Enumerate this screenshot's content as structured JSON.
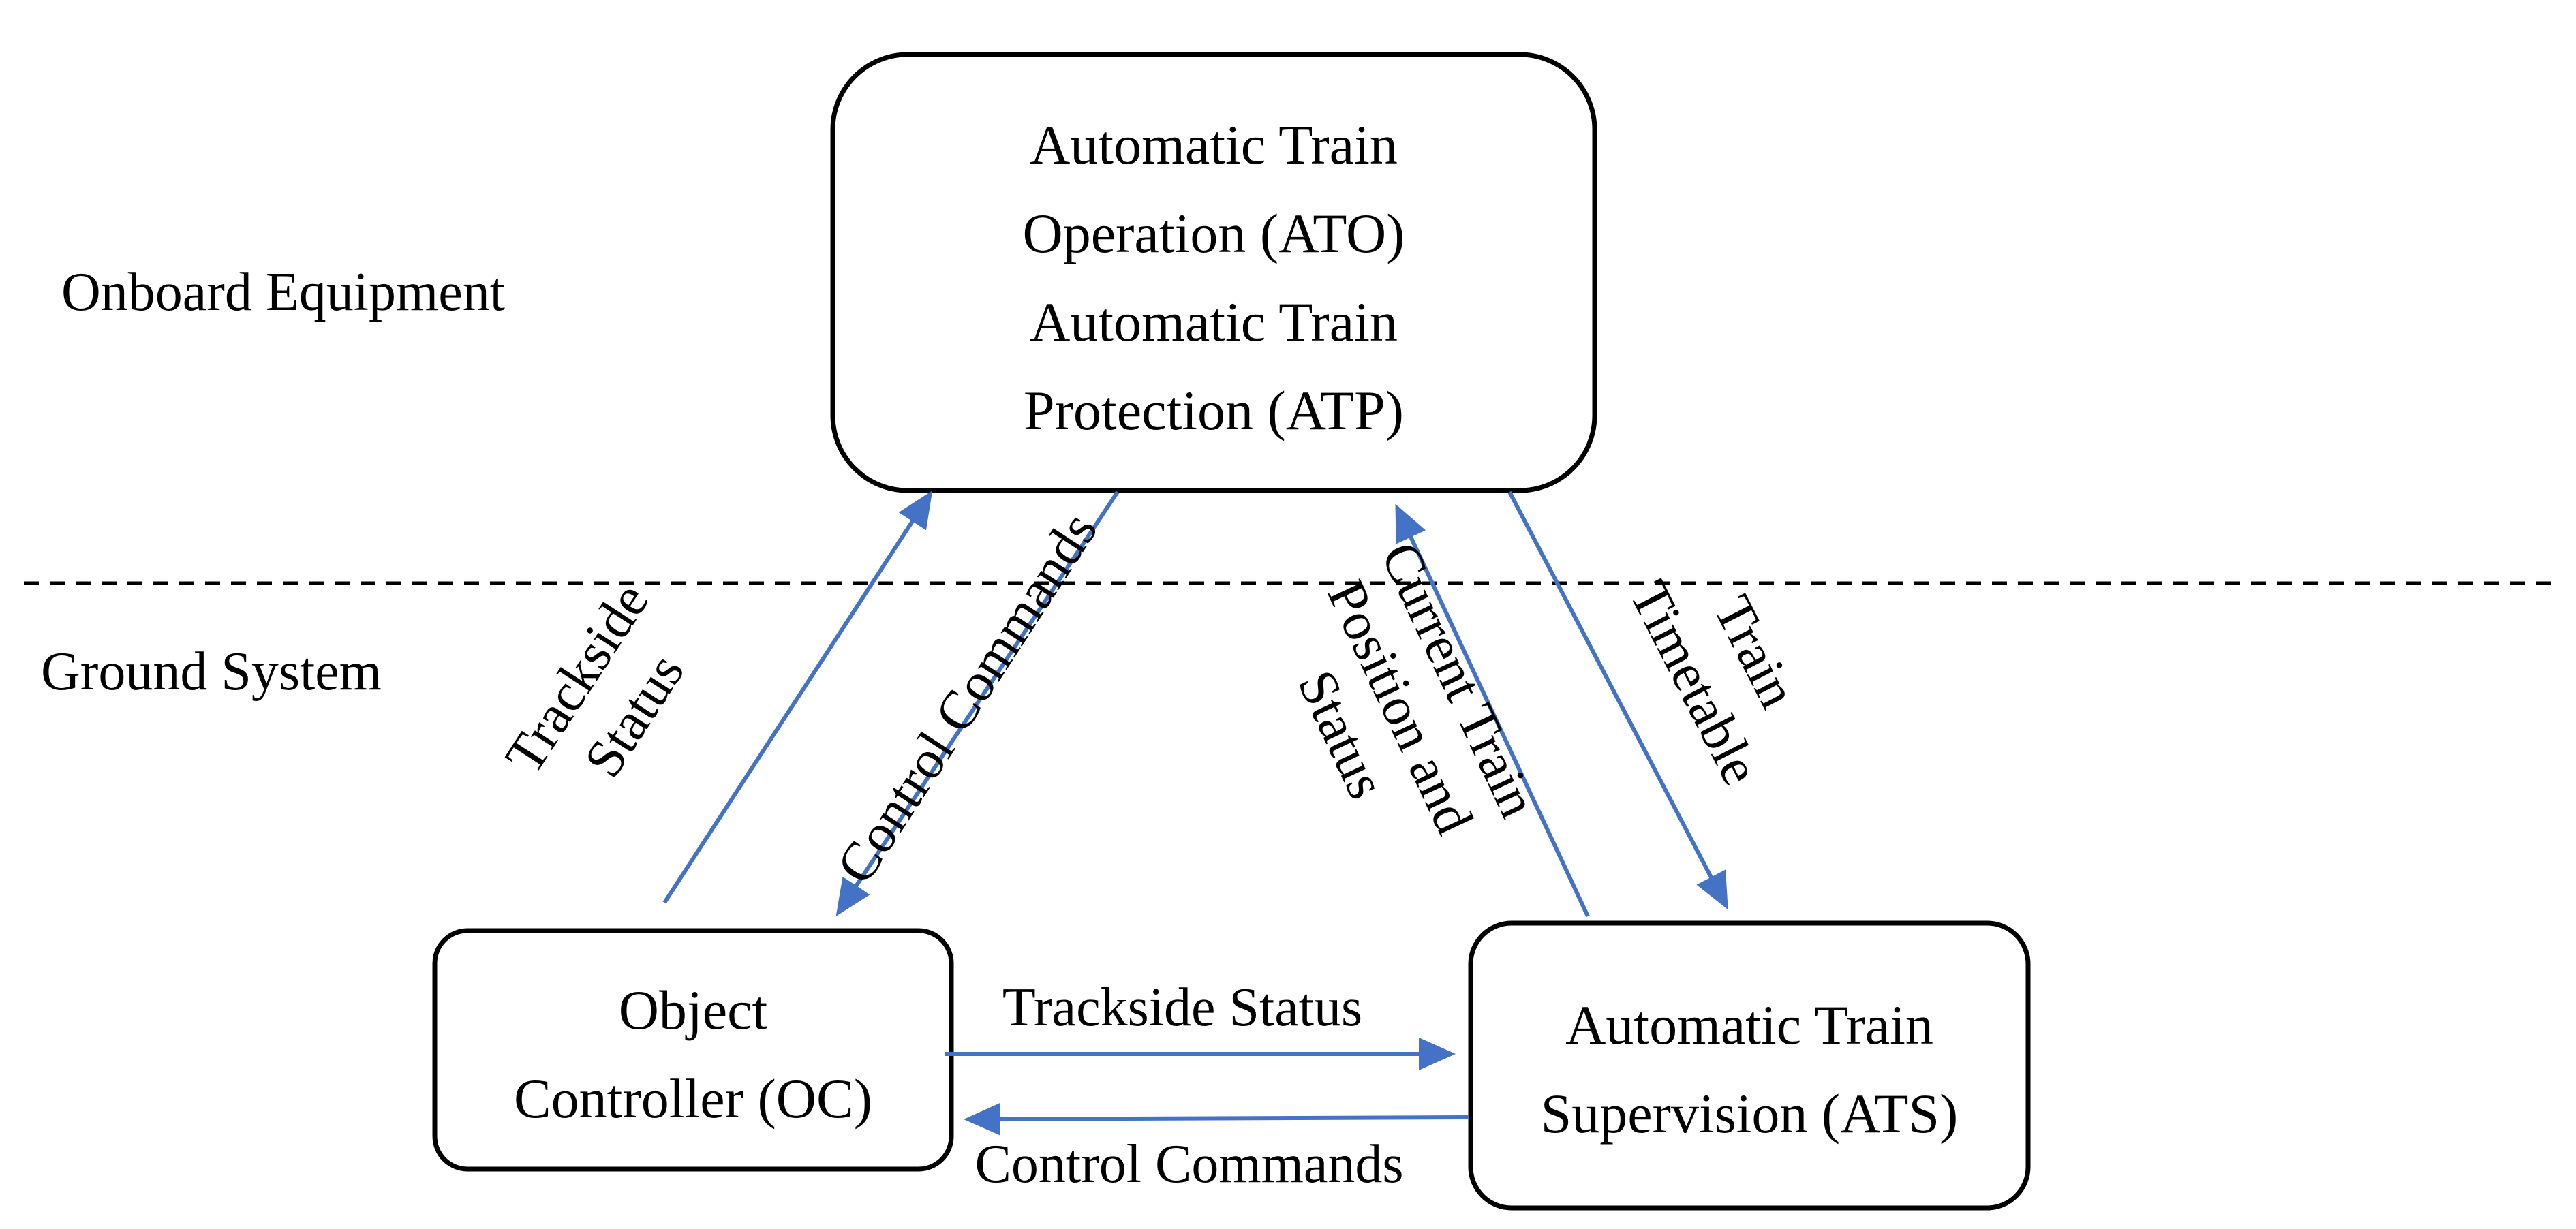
{
  "colors": {
    "arrow": "#4472c4",
    "border": "#000000",
    "text": "#000000",
    "background": "#ffffff"
  },
  "regions": {
    "onboard": "Onboard Equipment",
    "ground": "Ground System"
  },
  "nodes": {
    "onboard_box": {
      "lines": [
        "Automatic Train",
        "Operation (ATO)",
        "Automatic Train",
        "Protection (ATP)"
      ]
    },
    "oc_box": {
      "lines": [
        "Object",
        "Controller (OC)"
      ]
    },
    "ats_box": {
      "lines": [
        "Automatic Train",
        "Supervision (ATS)"
      ]
    }
  },
  "edges": {
    "oc_to_onboard": {
      "lines": [
        "Trackside",
        "Status"
      ]
    },
    "onboard_to_oc": {
      "lines": [
        "Control Commands"
      ]
    },
    "ats_to_onboard": {
      "lines": [
        "Current Train",
        "Position and",
        "Status"
      ]
    },
    "onboard_to_ats": {
      "lines": [
        "Train",
        "Timetable"
      ]
    },
    "oc_to_ats": {
      "lines": [
        "Trackside Status"
      ]
    },
    "ats_to_oc": {
      "lines": [
        "Control Commands"
      ]
    }
  }
}
